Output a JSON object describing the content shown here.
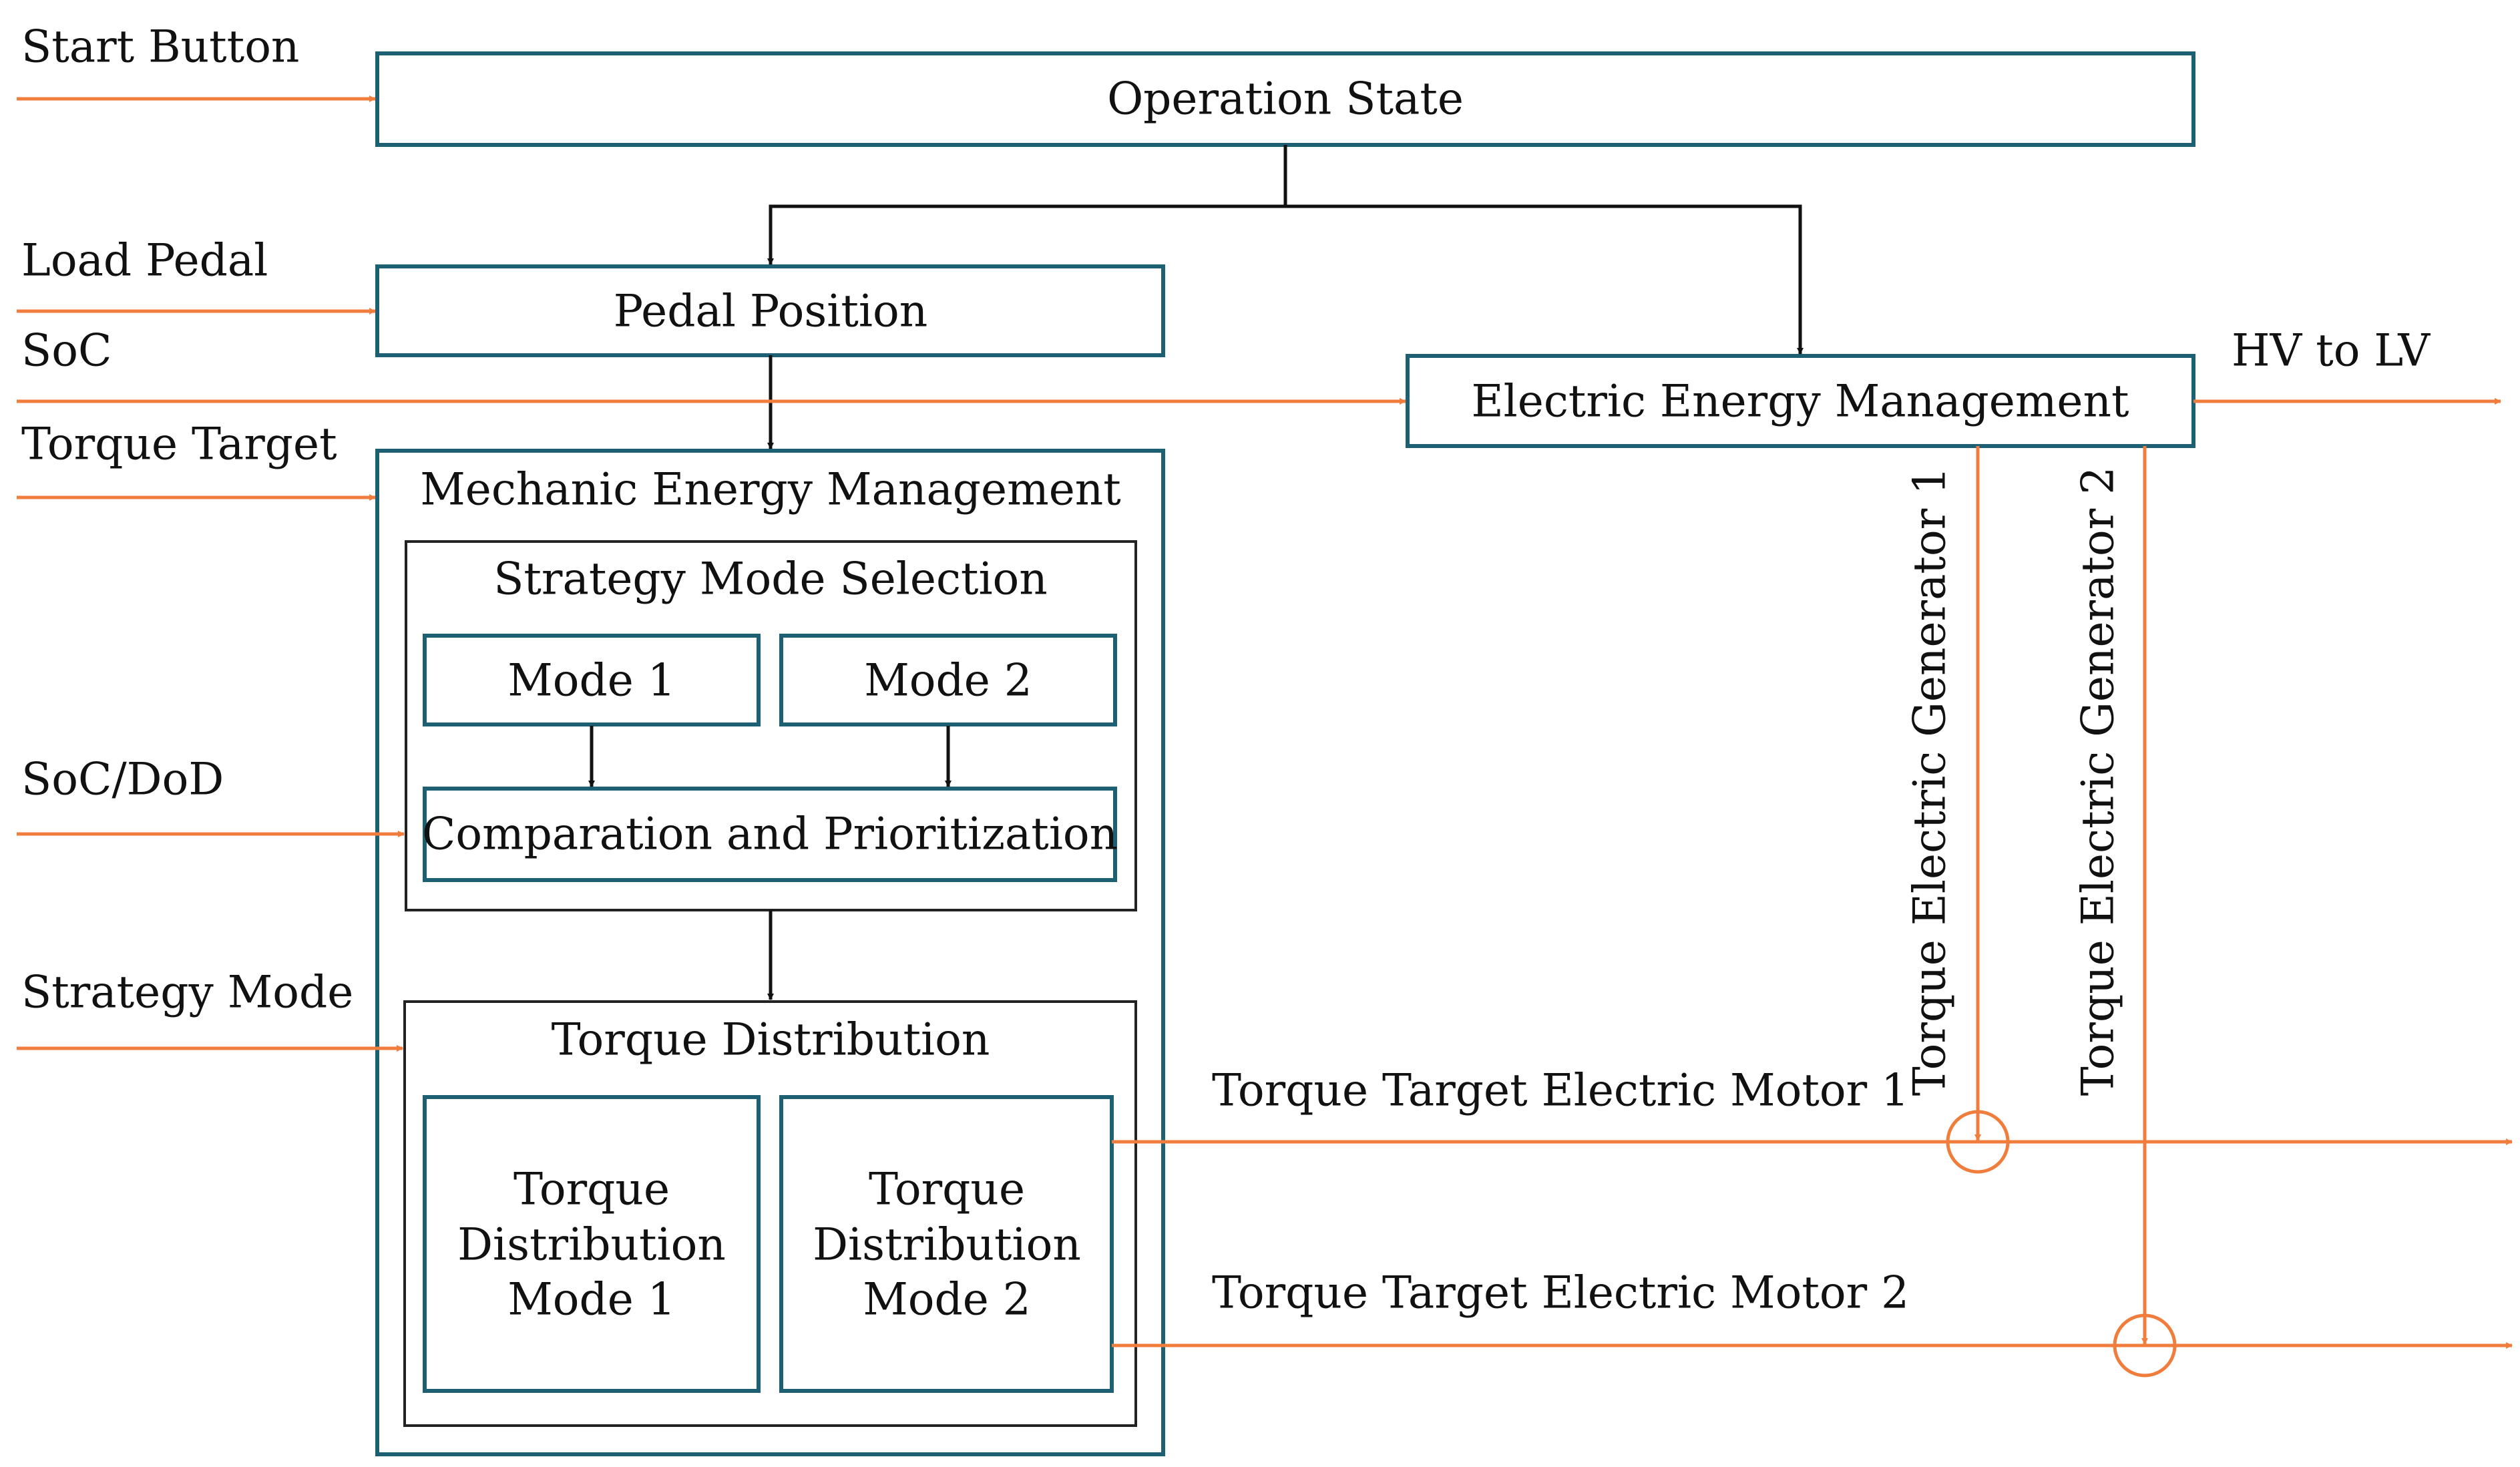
{
  "colors": {
    "box_teal": "#1d5f73",
    "box_black": "#222222",
    "signal_orange": "#f07d3c",
    "flow_black": "#111111"
  },
  "inputs": {
    "start_button": "Start Button",
    "load_pedal": "Load Pedal",
    "soc": "SoC",
    "torque_target": "Torque Target",
    "soc_dod": "SoC/DoD",
    "strategy_mode": "Strategy Mode"
  },
  "blocks": {
    "operation_state": "Operation State",
    "pedal_position": "Pedal Position",
    "electric_energy_management": "Electric Energy Management",
    "mechanic_energy_management": "Mechanic Energy Management",
    "strategy_mode_selection": "Strategy Mode Selection",
    "mode_1": "Mode 1",
    "mode_2": "Mode 2",
    "comparation": "Comparation and Prioritization",
    "torque_distribution": "Torque Distribution",
    "td_mode_1": [
      "Torque",
      "Distribution",
      "Mode 1"
    ],
    "td_mode_2": [
      "Torque",
      "Distribution",
      "Mode 2"
    ]
  },
  "outputs": {
    "hv_to_lv": "HV to LV",
    "torque_target_motor_1": "Torque Target Electric Motor 1",
    "torque_target_motor_2": "Torque Target Electric Motor 2",
    "torque_generator_1": "Torque Electric Generator 1",
    "torque_generator_2": "Torque Electric Generator 2"
  }
}
